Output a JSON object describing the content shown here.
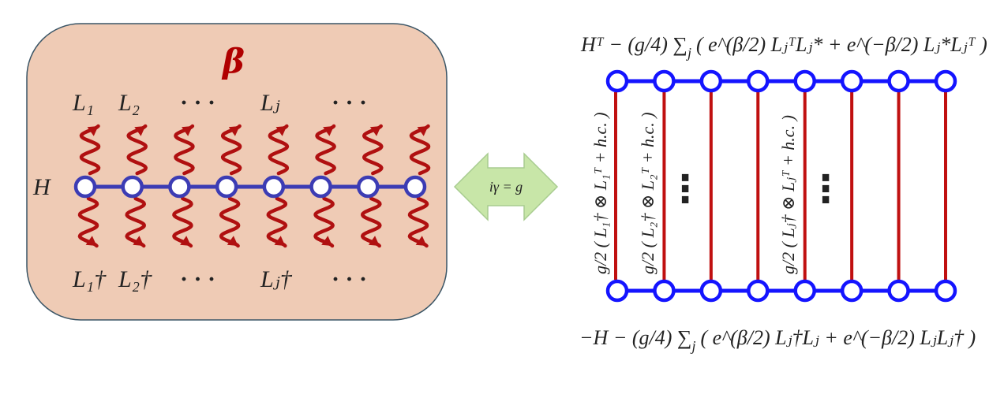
{
  "colors": {
    "panel_fill": "#efcbb5",
    "panel_stroke": "#3a5566",
    "chain_blue": "#3c3cb4",
    "ladder_blue": "#1414ff",
    "wave_red": "#b01010",
    "rung_red": "#c01010",
    "arrow_fill": "#c8e6a8",
    "arrow_stroke": "#a8cc90",
    "text": "#222222",
    "beta": "#b00000"
  },
  "left_panel": {
    "beta_label": "β",
    "hamiltonian_label": "H",
    "top_labels": [
      "L₁",
      "L₂",
      "· · ·",
      "Lⱼ",
      "· · ·"
    ],
    "bottom_labels": [
      "L₁†",
      "L₂†",
      "· · ·",
      "Lⱼ†",
      "· · ·"
    ],
    "site_count": 8
  },
  "arrow": {
    "label": "iγ = g"
  },
  "right_panel": {
    "top_hamiltonian": {
      "head": "Hᵀ − (g/4) ∑",
      "sub": "j",
      "body": "( e^(β/2) LⱼᵀLⱼ* + e^(−β/2) Lⱼ*Lⱼᵀ )"
    },
    "bottom_hamiltonian": {
      "head": "−H − (g/4) ∑",
      "sub": "j",
      "body": "( e^(β/2) Lⱼ†Lⱼ + e^(−β/2) LⱼLⱼ† )"
    },
    "rung_labels": [
      {
        "text": "g/2 ( L₁† ⊗ L₁ᵀ + h.c. )"
      },
      {
        "text": "g/2 ( L₂† ⊗ L₂ᵀ + h.c. )"
      },
      {
        "text": "g/2 ( Lⱼ† ⊗ Lⱼᵀ + h.c. )"
      }
    ],
    "ellipsis": [
      "⋮",
      "⋮"
    ],
    "site_count": 8
  }
}
